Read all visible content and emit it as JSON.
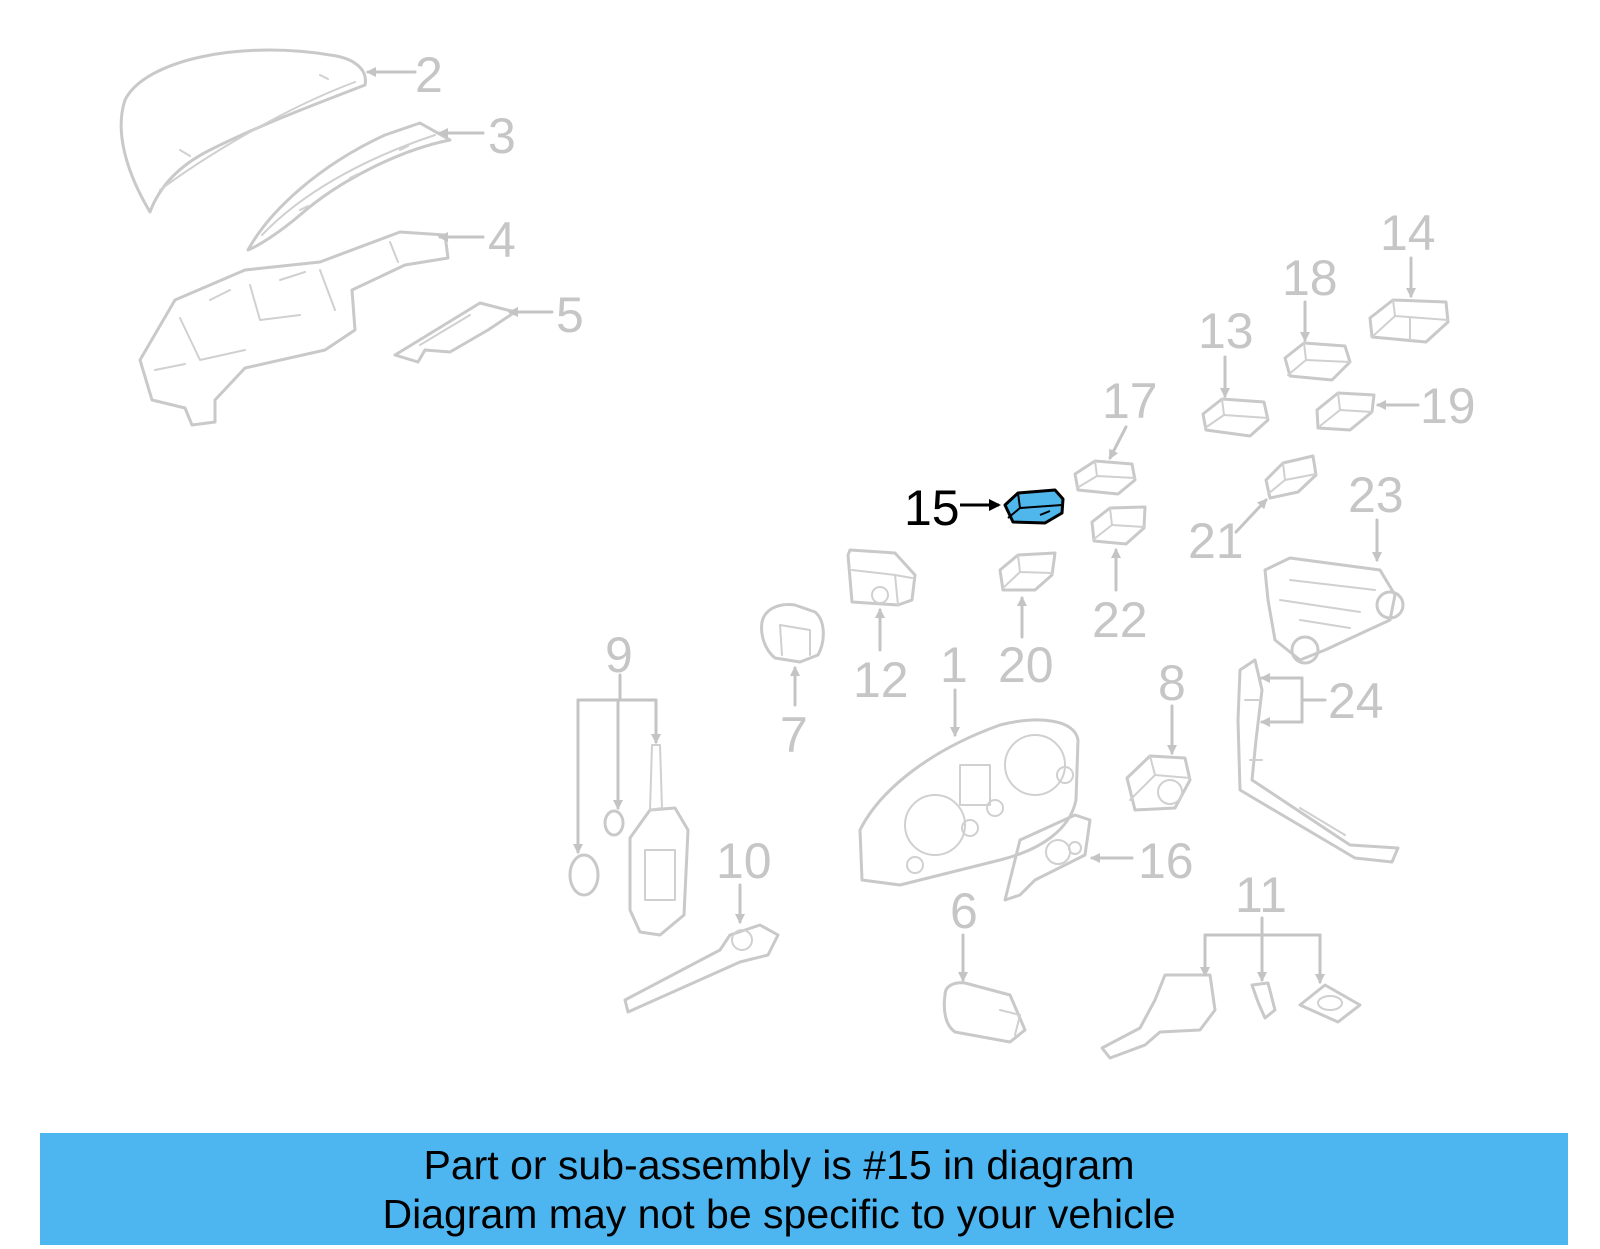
{
  "callouts": {
    "n1": "1",
    "n2": "2",
    "n3": "3",
    "n4": "4",
    "n5": "5",
    "n6": "6",
    "n7": "7",
    "n8": "8",
    "n9": "9",
    "n10": "10",
    "n11": "11",
    "n12": "12",
    "n13": "13",
    "n14": "14",
    "n15": "15",
    "n16": "16",
    "n17": "17",
    "n18": "18",
    "n19": "19",
    "n20": "20",
    "n21": "21",
    "n22": "22",
    "n23": "23",
    "n24": "24"
  },
  "highlighted_part": "15",
  "colors": {
    "highlight": "#4fb7ec",
    "banner": "#4db6f1",
    "faded_parts": "#c9c9c9"
  },
  "caption": {
    "line1": "Part or sub-assembly is #15 in diagram",
    "line2": "Diagram may not be specific to your vehicle"
  }
}
